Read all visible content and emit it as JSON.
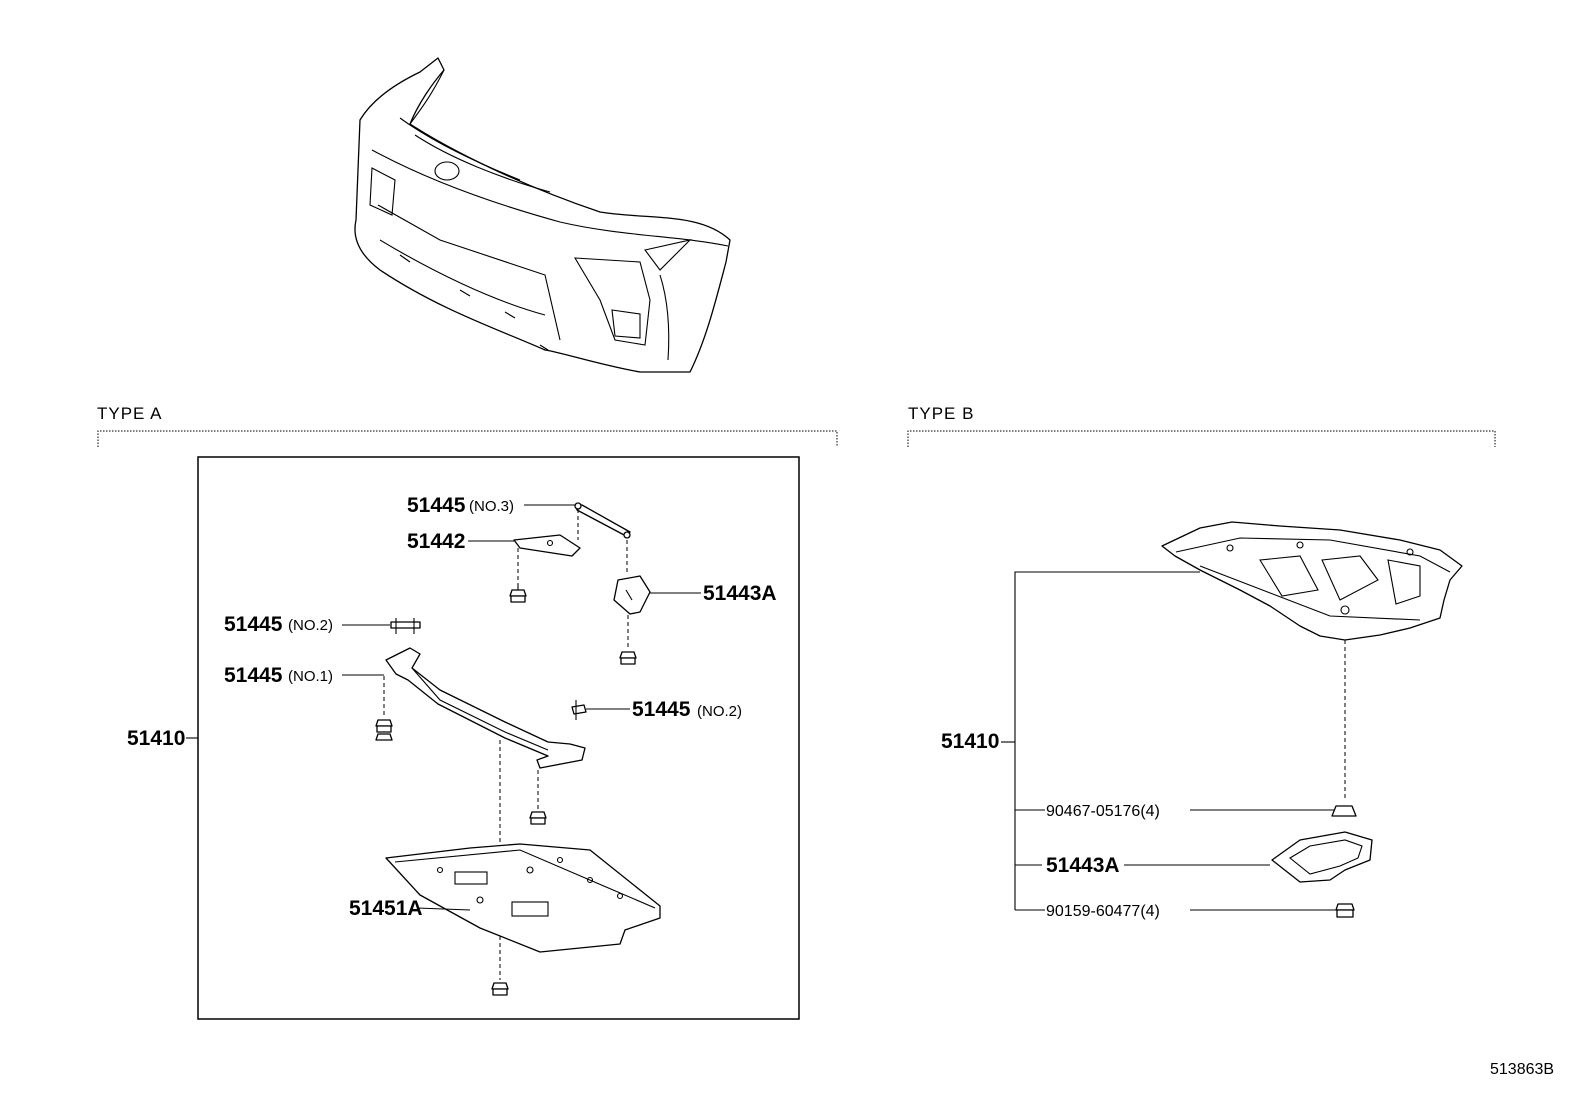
{
  "sections": {
    "type_a": "TYPE A",
    "type_b": "TYPE B"
  },
  "type_a": {
    "assembly": "51410",
    "parts": {
      "rod_no3": {
        "num": "51445",
        "sub": "(NO.3)"
      },
      "bracket": {
        "num": "51442"
      },
      "plate": {
        "num": "51443A"
      },
      "rod_no2_left": {
        "num": "51445",
        "sub": "(NO.2)"
      },
      "rod_no1": {
        "num": "51445",
        "sub": "(NO.1)"
      },
      "rod_no2_right": {
        "num": "51445",
        "sub": "(NO.2)"
      },
      "cover": {
        "num": "51451A"
      }
    }
  },
  "type_b": {
    "assembly": "51410",
    "parts": {
      "nut": {
        "num": "90467-05176(4)"
      },
      "plate": {
        "num": "51443A"
      },
      "bolt": {
        "num": "90159-60477(4)"
      }
    }
  },
  "diagram_code": "513863B"
}
